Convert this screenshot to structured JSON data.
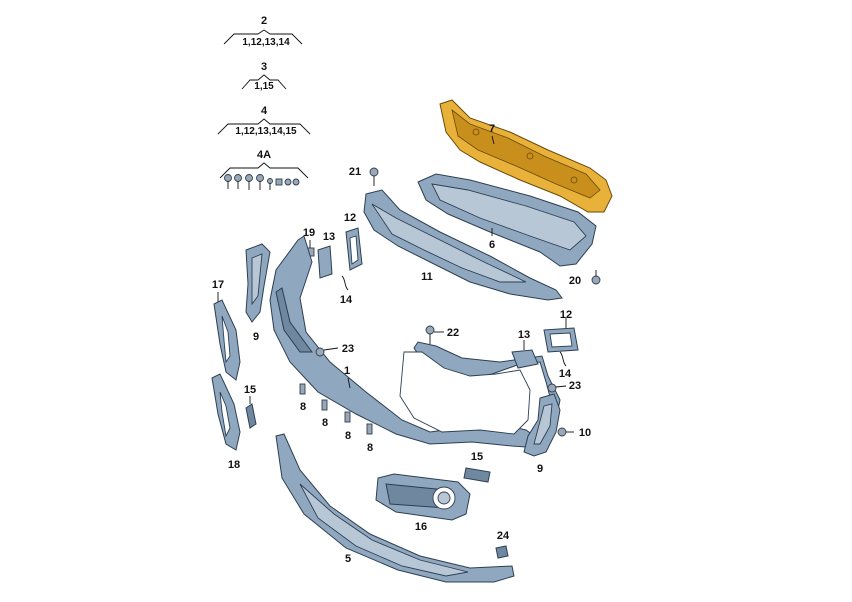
{
  "kits": [
    {
      "key": "2",
      "items": "1,12,13,14"
    },
    {
      "key": "3",
      "items": "1,15"
    },
    {
      "key": "4",
      "items": "1,12,13,14,15"
    },
    {
      "key": "4A",
      "items": ""
    }
  ],
  "callouts": {
    "c1": "1",
    "c5": "5",
    "c6": "6",
    "c7": "7",
    "c8a": "8",
    "c8b": "8",
    "c8c": "8",
    "c8d": "8",
    "c9a": "9",
    "c9b": "9",
    "c10": "10",
    "c11": "11",
    "c12a": "12",
    "c12b": "12",
    "c13a": "13",
    "c13b": "13",
    "c14a": "14",
    "c14b": "14",
    "c15a": "15",
    "c15b": "15",
    "c16": "16",
    "c17": "17",
    "c18": "18",
    "c19": "19",
    "c20": "20",
    "c21": "21",
    "c22": "22",
    "c23a": "23",
    "c23b": "23",
    "c24": "24"
  },
  "colors": {
    "part": "#8fa8bf",
    "highlight": "#e8b23a",
    "outline": "#2e3f52"
  }
}
